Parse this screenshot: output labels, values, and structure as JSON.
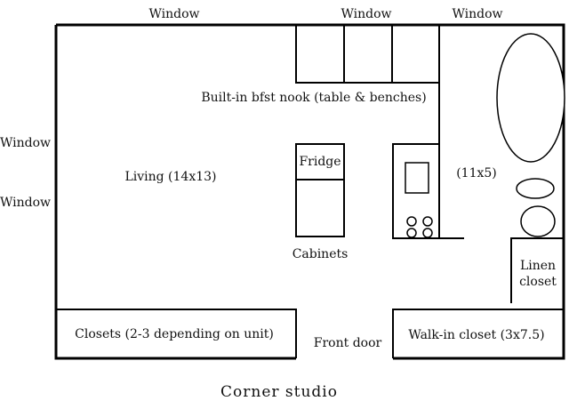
{
  "title": "Corner studio",
  "labels": {
    "window_top_left": "Window",
    "window_top_mid": "Window",
    "window_top_right": "Window",
    "window_left_1": "Window",
    "window_left_2": "Window",
    "breakfast_nook": "Built-in bfst nook (table & benches)",
    "living": "Living (14x13)",
    "fridge": "Fridge",
    "bath_size": "(11x5)",
    "cabinets": "Cabinets",
    "linen_line1": "Linen",
    "linen_line2": "closet",
    "closets": "Closets (2-3 depending on unit)",
    "front_door": "Front door",
    "walk_in": "Walk-in closet (3x7.5)"
  }
}
